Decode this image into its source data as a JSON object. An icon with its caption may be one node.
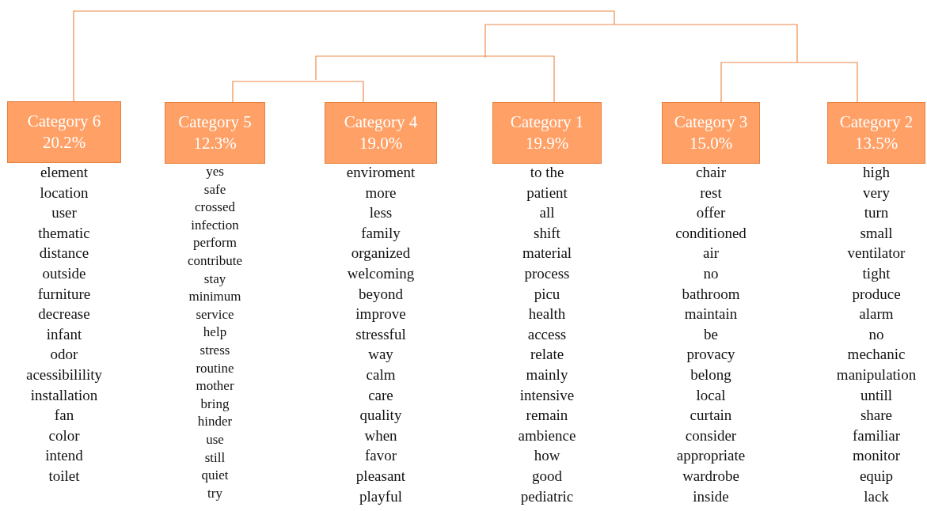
{
  "diagram": {
    "nodes": [
      {
        "text": [
          "Category 6",
          "20.2%"
        ],
        "beside": [
          "element",
          "location",
          "user",
          "thematic",
          "distance",
          "outside",
          "furniture",
          "decrease",
          "infant",
          "odor",
          "acessibilility",
          "installation",
          "fan",
          "color",
          "intend",
          "toilet"
        ]
      },
      {
        "text": [
          "Category 5",
          "12.3%"
        ],
        "beside": [
          "yes",
          "safe",
          "crossed",
          "infection",
          "perform",
          "contribute",
          "stay",
          "minimum",
          "service",
          "help",
          "stress",
          "routine",
          "mother",
          "bring",
          "hinder",
          "use",
          "still",
          "quiet",
          "try"
        ]
      },
      {
        "text": [
          "Category 4",
          "19.0%"
        ],
        "beside": [
          "enviroment",
          "more",
          "less",
          "family",
          "organized",
          "welcoming",
          "beyond",
          "improve",
          "stressful",
          "way",
          "calm",
          "care",
          "quality",
          "when",
          "favor",
          "pleasant",
          "playful"
        ]
      },
      {
        "text": [
          "Category 1",
          "19.9%"
        ],
        "beside": [
          "to the",
          "patient",
          "all",
          "shift",
          "material",
          "process",
          "picu",
          "health",
          "access",
          "relate",
          "mainly",
          "intensive",
          "remain",
          "ambience",
          "how",
          "good",
          "pediatric"
        ]
      },
      {
        "text": [
          "Category 3",
          "15.0%"
        ],
        "beside": [
          "chair",
          "rest",
          "offer",
          "conditioned",
          "air",
          "no",
          "bathroom",
          "maintain",
          "be",
          "provacy",
          "belong",
          "local",
          "curtain",
          "consider",
          "appropriate",
          "wardrobe",
          "inside"
        ]
      },
      {
        "text": [
          "Category 2",
          "13.5%"
        ],
        "beside": [
          "high",
          "very",
          "turn",
          "small",
          "ventilator",
          "tight",
          "produce",
          "alarm",
          "no",
          "mechanic",
          "manipulation",
          "untill",
          "share",
          "familiar",
          "monitor",
          "equip",
          "lack"
        ]
      }
    ],
    "edges": [
      {
        "from": 1,
        "to": 2,
        "arrow": "none"
      },
      {
        "from": null,
        "to": 3,
        "arrow": "none"
      },
      {
        "from": 4,
        "to": 5,
        "arrow": "none"
      },
      {
        "from": 0,
        "to": null,
        "arrow": "none"
      }
    ]
  }
}
